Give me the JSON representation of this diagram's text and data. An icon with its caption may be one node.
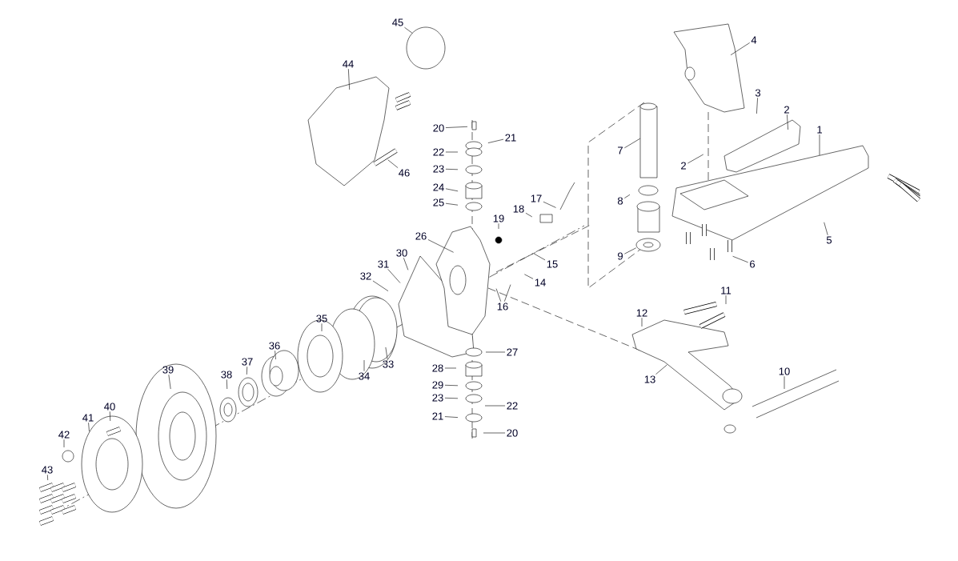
{
  "diagram": {
    "nodes": [
      {
        "text": [
          "45"
        ]
      },
      {
        "text": [
          "4"
        ]
      },
      {
        "text": [
          "44"
        ]
      },
      {
        "text": [
          "3"
        ]
      },
      {
        "text": [
          "2"
        ]
      },
      {
        "text": [
          "20"
        ]
      },
      {
        "text": [
          "1"
        ]
      },
      {
        "text": [
          "21"
        ]
      },
      {
        "text": [
          "7"
        ]
      },
      {
        "text": [
          "22"
        ]
      },
      {
        "text": [
          "2"
        ]
      },
      {
        "text": [
          "23"
        ]
      },
      {
        "text": [
          "46"
        ]
      },
      {
        "text": [
          "24"
        ]
      },
      {
        "text": [
          "17"
        ]
      },
      {
        "text": [
          "8"
        ]
      },
      {
        "text": [
          "25"
        ]
      },
      {
        "text": [
          "18"
        ]
      },
      {
        "text": [
          "19"
        ]
      },
      {
        "text": [
          "26"
        ]
      },
      {
        "text": [
          "5"
        ]
      },
      {
        "text": [
          "30"
        ]
      },
      {
        "text": [
          "9"
        ]
      },
      {
        "text": [
          "6"
        ]
      },
      {
        "text": [
          "31"
        ]
      },
      {
        "text": [
          "15"
        ]
      },
      {
        "text": [
          "32"
        ]
      },
      {
        "text": [
          "14"
        ]
      },
      {
        "text": [
          "11"
        ]
      },
      {
        "text": [
          "16"
        ]
      },
      {
        "text": [
          "12"
        ]
      },
      {
        "text": [
          "35"
        ]
      },
      {
        "text": [
          "36"
        ]
      },
      {
        "text": [
          "27"
        ]
      },
      {
        "text": [
          "37"
        ]
      },
      {
        "text": [
          "33"
        ]
      },
      {
        "text": [
          "28"
        ]
      },
      {
        "text": [
          "39"
        ]
      },
      {
        "text": [
          "10"
        ]
      },
      {
        "text": [
          "38"
        ]
      },
      {
        "text": [
          "34"
        ]
      },
      {
        "text": [
          "13"
        ]
      },
      {
        "text": [
          "29"
        ]
      },
      {
        "text": [
          "23"
        ]
      },
      {
        "text": [
          "22"
        ]
      },
      {
        "text": [
          "40"
        ]
      },
      {
        "text": [
          "41"
        ]
      },
      {
        "text": [
          "21"
        ]
      },
      {
        "text": [
          "20"
        ]
      },
      {
        "text": [
          "42"
        ]
      },
      {
        "text": [
          "43"
        ]
      }
    ],
    "edges": [
      {
        "from": 0,
        "to": null,
        "arrow": "none"
      },
      {
        "from": 1,
        "to": null,
        "arrow": "none"
      },
      {
        "from": 2,
        "to": null,
        "arrow": "none"
      },
      {
        "from": 3,
        "to": null,
        "arrow": "none"
      },
      {
        "from": 4,
        "to": null,
        "arrow": "none"
      },
      {
        "from": 5,
        "to": null,
        "arrow": "none"
      },
      {
        "from": 6,
        "to": null,
        "arrow": "none"
      },
      {
        "from": 7,
        "to": null,
        "arrow": "none"
      },
      {
        "from": 8,
        "to": null,
        "arrow": "none"
      },
      {
        "from": 9,
        "to": null,
        "arrow": "none"
      },
      {
        "from": 10,
        "to": null,
        "arrow": "none"
      },
      {
        "from": 11,
        "to": null,
        "arrow": "none"
      },
      {
        "from": 12,
        "to": null,
        "arrow": "none"
      },
      {
        "from": 13,
        "to": null,
        "arrow": "none"
      },
      {
        "from": 14,
        "to": null,
        "arrow": "none"
      },
      {
        "from": 15,
        "to": null,
        "arrow": "none"
      },
      {
        "from": 16,
        "to": null,
        "arrow": "none"
      },
      {
        "from": 17,
        "to": null,
        "arrow": "none"
      },
      {
        "from": 18,
        "to": null,
        "arrow": "none"
      },
      {
        "from": 19,
        "to": null,
        "arrow": "none"
      },
      {
        "from": 20,
        "to": null,
        "arrow": "none"
      },
      {
        "from": 21,
        "to": null,
        "arrow": "none"
      },
      {
        "from": 22,
        "to": null,
        "arrow": "none"
      },
      {
        "from": 23,
        "to": null,
        "arrow": "none"
      },
      {
        "from": 24,
        "to": null,
        "arrow": "none"
      },
      {
        "from": 25,
        "to": null,
        "arrow": "none"
      },
      {
        "from": 26,
        "to": null,
        "arrow": "none"
      },
      {
        "from": 27,
        "to": null,
        "arrow": "none"
      },
      {
        "from": 28,
        "to": null,
        "arrow": "none"
      },
      {
        "from": 29,
        "to": null,
        "arrow": "none"
      },
      {
        "from": 29,
        "to": null,
        "arrow": "none"
      },
      {
        "from": 30,
        "to": null,
        "arrow": "none"
      },
      {
        "from": 31,
        "to": null,
        "arrow": "none"
      },
      {
        "from": 32,
        "to": null,
        "arrow": "none"
      },
      {
        "from": 33,
        "to": null,
        "arrow": "none"
      },
      {
        "from": 34,
        "to": null,
        "arrow": "none"
      },
      {
        "from": 35,
        "to": null,
        "arrow": "none"
      },
      {
        "from": 36,
        "to": null,
        "arrow": "none"
      },
      {
        "from": 37,
        "to": null,
        "arrow": "none"
      },
      {
        "from": 38,
        "to": null,
        "arrow": "none"
      },
      {
        "from": 39,
        "to": null,
        "arrow": "none"
      },
      {
        "from": 40,
        "to": null,
        "arrow": "none"
      },
      {
        "from": 41,
        "to": null,
        "arrow": "none"
      },
      {
        "from": 42,
        "to": null,
        "arrow": "none"
      },
      {
        "from": 43,
        "to": null,
        "arrow": "none"
      },
      {
        "from": 44,
        "to": null,
        "arrow": "none"
      },
      {
        "from": 45,
        "to": null,
        "arrow": "none"
      },
      {
        "from": 46,
        "to": null,
        "arrow": "none"
      },
      {
        "from": 47,
        "to": null,
        "arrow": "none"
      },
      {
        "from": 48,
        "to": null,
        "arrow": "none"
      },
      {
        "from": 49,
        "to": null,
        "arrow": "none"
      },
      {
        "from": 50,
        "to": null,
        "arrow": "none"
      }
    ]
  }
}
